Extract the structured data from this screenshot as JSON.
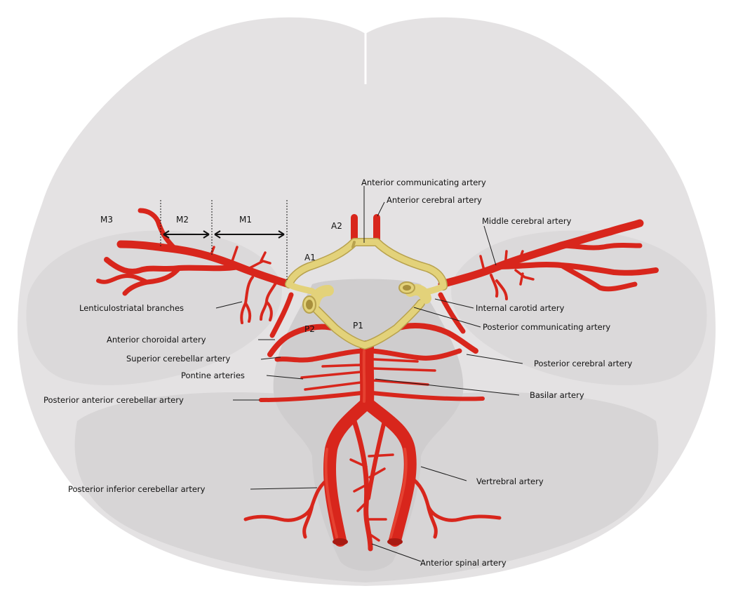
{
  "labels": {
    "anterior_communicating_artery": "Anterior communicating artery",
    "anterior_cerebral_artery": "Anterior cerebral artery",
    "middle_cerebral_artery": "Middle cerebral artery",
    "lenticulostriatal_branches": "Lenticulostriatal branches",
    "internal_carotid_artery": "Internal carotid artery",
    "posterior_communicating_artery": "Posterior communicating artery",
    "anterior_choroidal_artery": "Anterior choroidal artery",
    "superior_cerebellar_artery": "Superior cerebellar artery",
    "posterior_cerebral_artery": "Posterior cerebral artery",
    "pontine_arteries": "Pontine arteries",
    "basilar_artery": "Basilar artery",
    "posterior_anterior_cerebellar_artery": "Posterior anterior cerebellar artery",
    "vertrebral_artery": "Vertrebral artery",
    "posterior_inferior_cerebellar_artery": "Posterior inferior cerebellar artery",
    "anterior_spinal_artery": "Anterior spinal artery"
  },
  "segments": {
    "m1": "M1",
    "m2": "M2",
    "m3": "M3",
    "a1": "A1",
    "a2": "A2",
    "p1": "P1",
    "p2": "P2"
  },
  "colors": {
    "artery": "#d8261c",
    "circle_of_willis": "#e3d27a",
    "brain": "#e4e2e3",
    "brainstem": "#cfcdce"
  }
}
